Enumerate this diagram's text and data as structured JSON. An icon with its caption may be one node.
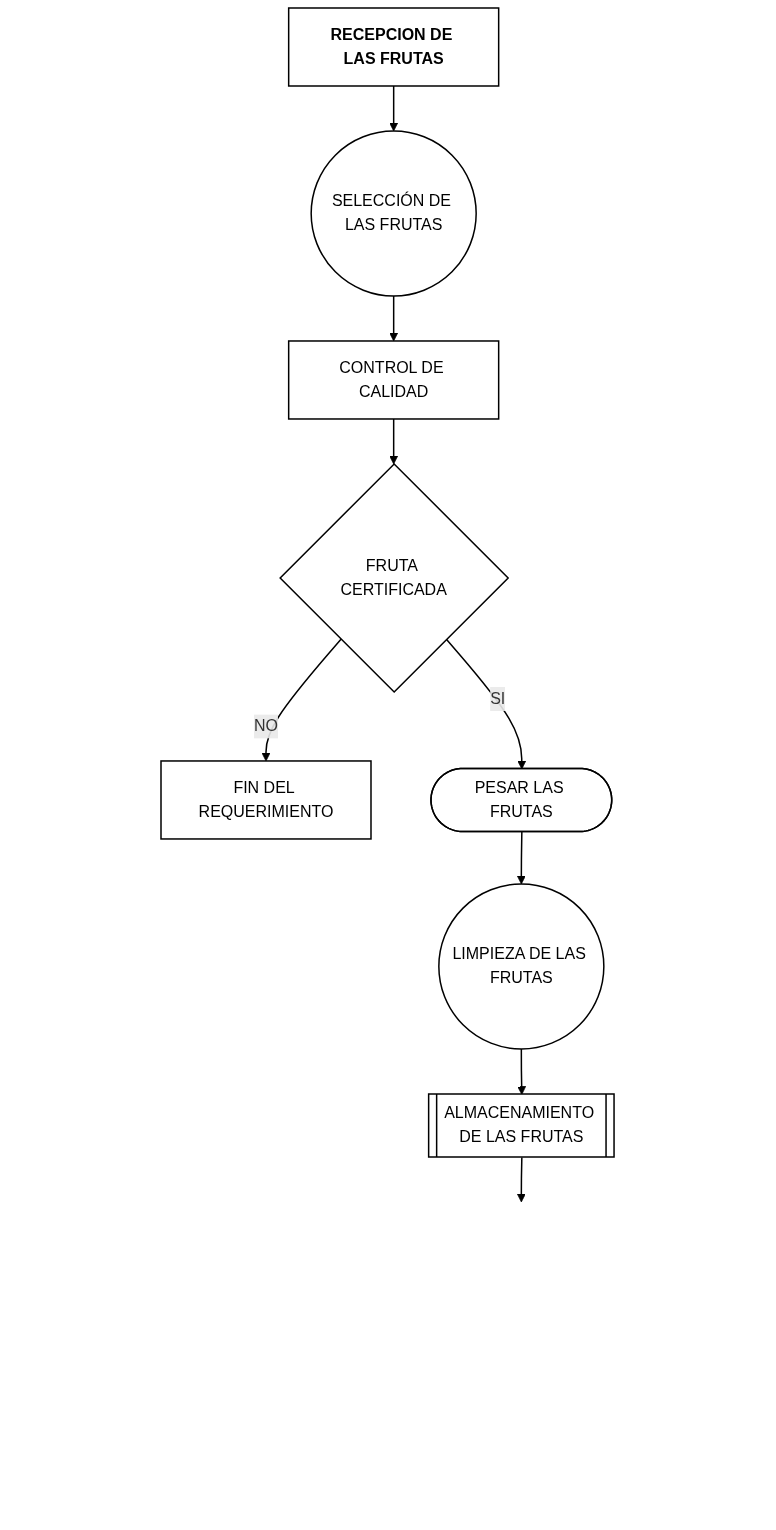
{
  "diagram": {
    "nodes": [
      {
        "text": [
          "RECEPCION DE LAS FRUTAS"
        ]
      },
      {
        "text": [
          "SELECCIÓN DE LAS FRUTAS"
        ]
      },
      {
        "text": [
          "CONTROL DE CALIDAD"
        ]
      },
      {
        "text": [
          "FRUTA CERTIFICADA"
        ]
      },
      {
        "text": [
          "FIN DEL REQUERIMIENTO"
        ]
      },
      {
        "text": [
          "PESAR LAS FRUTAS"
        ]
      },
      {
        "text": [
          "LIMPIEZA DE LAS FRUTAS"
        ]
      },
      {
        "text": [
          "ALMACENAMIENTO DE LAS FRUTAS"
        ]
      }
    ],
    "edges": [
      {
        "from": 0,
        "to": 1,
        "arrow": "to"
      },
      {
        "from": 1,
        "to": 2,
        "arrow": "to"
      },
      {
        "from": 2,
        "to": 3,
        "arrow": "to"
      },
      {
        "from": 3,
        "to": 5,
        "arrow": "to",
        "label": "SI"
      },
      {
        "from": 3,
        "to": 4,
        "arrow": "to",
        "label": "NO"
      },
      {
        "from": 5,
        "to": 6,
        "arrow": "to"
      },
      {
        "from": 6,
        "to": 7,
        "arrow": "to"
      },
      {
        "from": 7,
        "to": null,
        "arrow": "to"
      }
    ]
  }
}
